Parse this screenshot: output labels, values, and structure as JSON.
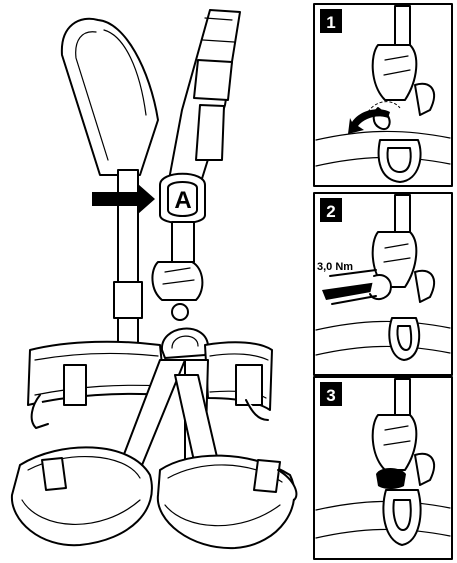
{
  "main_figure": {
    "callout_letter": "A"
  },
  "panels": [
    {
      "step": "1"
    },
    {
      "step": "2",
      "torque_label": "3,0 Nm"
    },
    {
      "step": "3"
    }
  ],
  "colors": {
    "line": "#000000",
    "background": "#ffffff",
    "badge": "#000000"
  },
  "icons": [
    "arrow-right-icon",
    "curved-arrow-icon",
    "wrench-icon"
  ]
}
